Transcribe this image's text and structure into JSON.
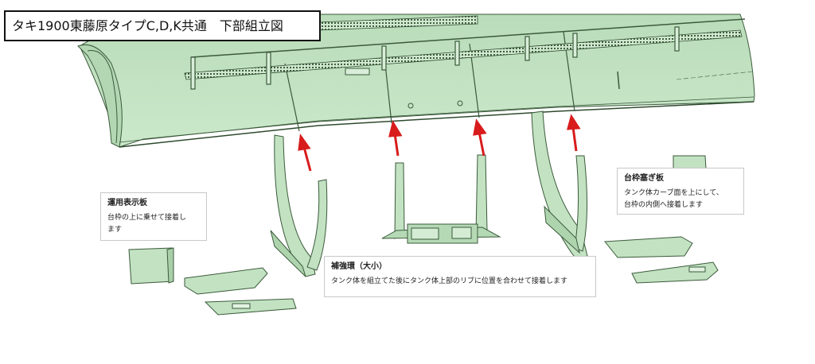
{
  "title": "タキ1900東藤原タイプC,D,K共通　下部組立図",
  "notes": {
    "unyou": {
      "heading": "運用表示板",
      "lines": [
        "台枠の上に乗せて接着し",
        "ます"
      ]
    },
    "hokyou": {
      "heading": "補強環（大小）",
      "lines": [
        "タンク体を組立てた後にタンク体上部のリブに位置を合わせて接着します"
      ]
    },
    "daiwaku": {
      "heading": "台枠塞ぎ板",
      "lines": [
        "タンク体カーブ面を上にして、",
        "台枠の内側へ接着します"
      ]
    }
  },
  "colors": {
    "model_fill": "#c4e3c4",
    "model_stroke": "#3b5a3b",
    "arrow": "#d81c1c",
    "grating": "#3f5e3f"
  }
}
